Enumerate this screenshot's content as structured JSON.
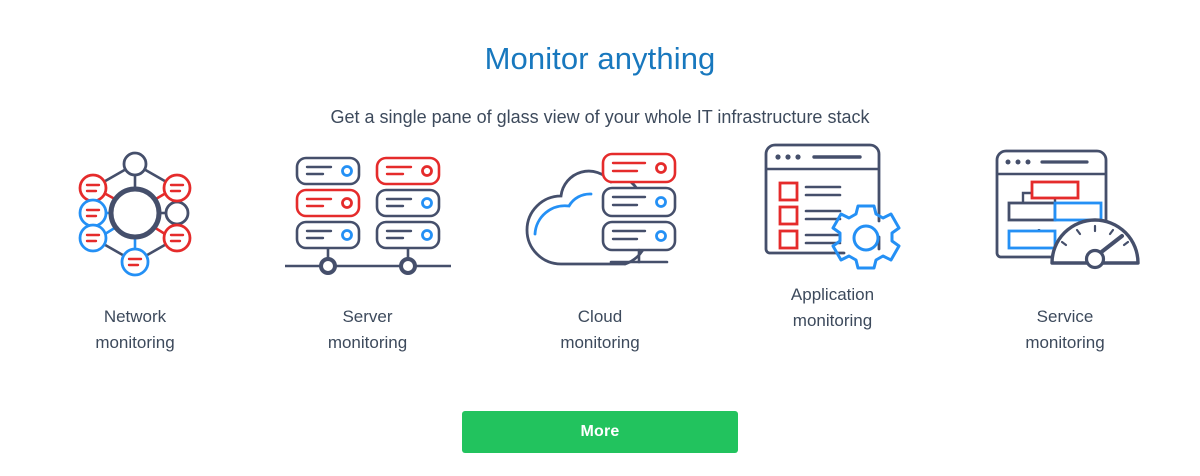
{
  "hero": {
    "title": "Monitor anything",
    "subtitle": "Get a single pane of glass view of your whole IT infrastructure stack"
  },
  "cards": [
    {
      "icon": "network-topology-icon",
      "label_line1": "Network",
      "label_line2": "monitoring"
    },
    {
      "icon": "server-rack-icon",
      "label_line1": "Server",
      "label_line2": "monitoring"
    },
    {
      "icon": "cloud-server-icon",
      "label_line1": "Cloud",
      "label_line2": "monitoring"
    },
    {
      "icon": "application-window-gear-icon",
      "label_line1": "Application",
      "label_line2": "monitoring"
    },
    {
      "icon": "service-gauge-icon",
      "label_line1": "Service",
      "label_line2": "monitoring"
    }
  ],
  "cta": {
    "more_label": "More"
  },
  "colors": {
    "title_blue": "#1878be",
    "text_dark": "#3d4a5c",
    "accent_navy": "#454f6b",
    "accent_red": "#e52b2b",
    "accent_blue": "#2490f5",
    "button_green": "#22c35e"
  }
}
